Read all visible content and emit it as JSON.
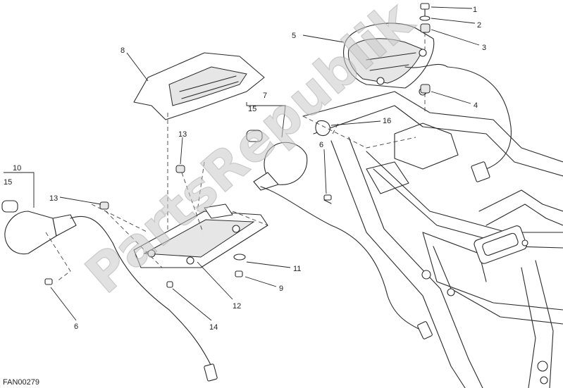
{
  "diagram": {
    "drawing_code": "FAN00279",
    "watermark": "PartsRepublik",
    "callouts": [
      {
        "id": "c1",
        "label": "1"
      },
      {
        "id": "c2",
        "label": "2"
      },
      {
        "id": "c3",
        "label": "3"
      },
      {
        "id": "c4",
        "label": "4"
      },
      {
        "id": "c5",
        "label": "5"
      },
      {
        "id": "c6a",
        "label": "6"
      },
      {
        "id": "c6b",
        "label": "6"
      },
      {
        "id": "c7",
        "label": "7"
      },
      {
        "id": "c8",
        "label": "8"
      },
      {
        "id": "c9",
        "label": "9"
      },
      {
        "id": "c10",
        "label": "10"
      },
      {
        "id": "c11",
        "label": "11"
      },
      {
        "id": "c12",
        "label": "12"
      },
      {
        "id": "c13a",
        "label": "13"
      },
      {
        "id": "c13b",
        "label": "13"
      },
      {
        "id": "c14",
        "label": "14"
      },
      {
        "id": "c15a",
        "label": "15"
      },
      {
        "id": "c15b",
        "label": "15"
      },
      {
        "id": "c16",
        "label": "16"
      }
    ]
  }
}
